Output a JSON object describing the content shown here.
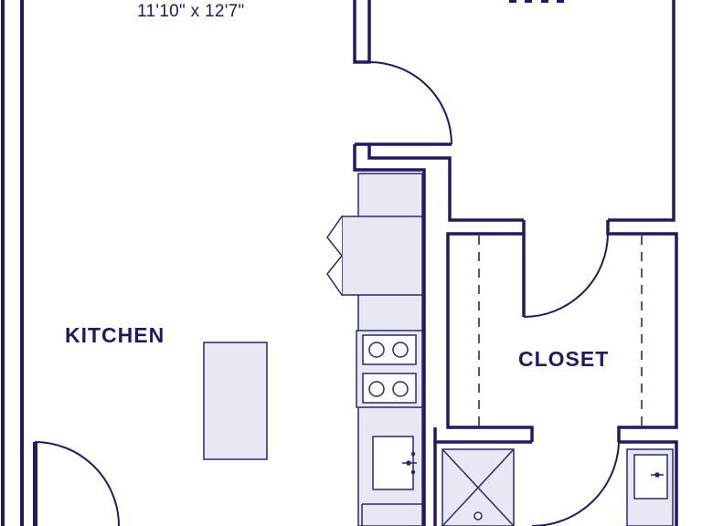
{
  "dimension": {
    "text": "11'10\" x 12'7\""
  },
  "rooms": {
    "kitchen": "KITCHEN",
    "closet": "CLOSET"
  },
  "colors": {
    "wall": "#1e1a63",
    "fixture_fill": "#e8e8f4",
    "fixture_stroke": "#2a2672"
  }
}
